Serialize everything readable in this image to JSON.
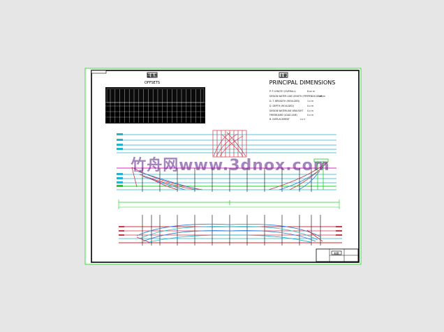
{
  "sheet": {
    "offsets_heading_cn": "型值表",
    "offsets_heading": "OFFSETS",
    "principal_heading_cn": "主要",
    "principal_heading": "PRINCIPAL DIMENSIONS",
    "dimensions": [
      {
        "label": "P. P. LENGTH (OVERALL)",
        "value": "8.xx m"
      },
      {
        "label": "DESIGN WATER LINE LENGTH (PERPENDICULAR)",
        "value": "7.xx m"
      },
      {
        "label": "D. T. BREADTH (MOULDED)",
        "value": "1.x m"
      },
      {
        "label": "D. DEPTH (MOULDED)",
        "value": "0.x m"
      },
      {
        "label": "DESIGN WATERLINE DRAUGHT",
        "value": "0.x m"
      },
      {
        "label": "FREEBOARD (LOAD LINE)",
        "value": "0.x m"
      },
      {
        "label": "B. DISPLACEMENT",
        "value": "x.x t"
      }
    ],
    "watermark": "竹舟网www.3dnox.com",
    "title_block_label": "船图"
  },
  "colors": {
    "frame": "#000000",
    "sheet": "#ffffff",
    "page_bg": "#e6e6e6",
    "waterline": "#1fb4cf",
    "centerline": "#e020c8",
    "baseline_green": "#19d41f",
    "deck_red": "#e0202a",
    "section_red": "#cc3344",
    "blue_curve": "#2a7bd6",
    "watermark": "#5a1f86"
  },
  "icons": {
    "frame_tab": "rectangle-tab",
    "title_block": "grid-table"
  }
}
